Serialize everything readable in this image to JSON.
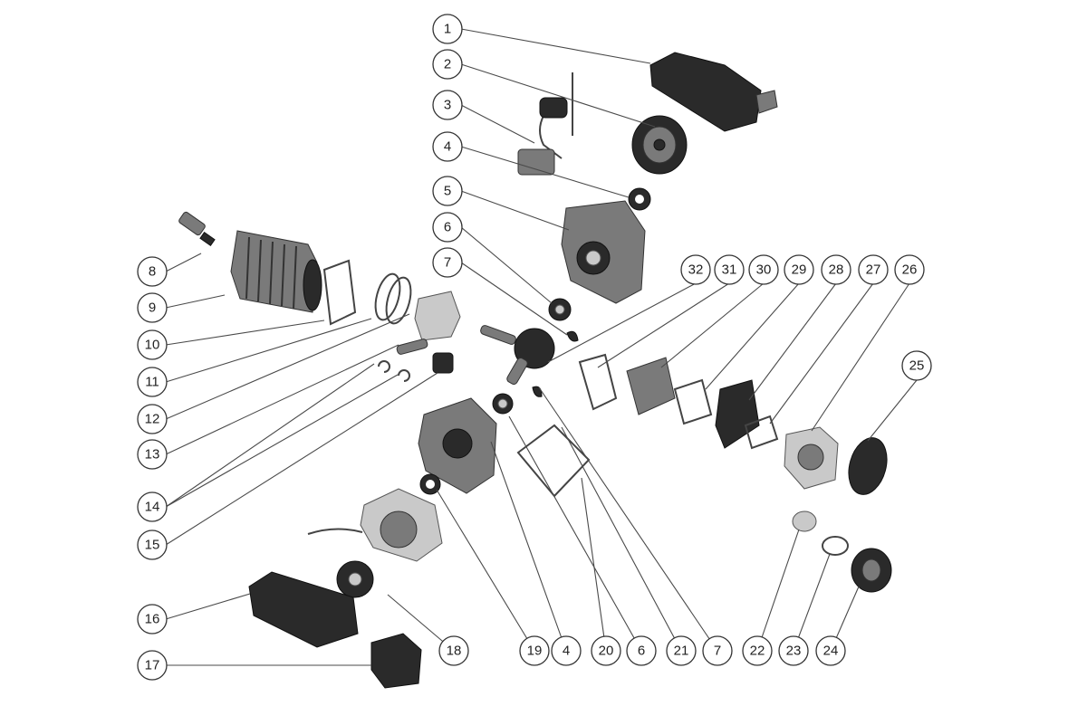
{
  "callouts": [
    {
      "label": "1"
    },
    {
      "label": "2"
    },
    {
      "label": "3"
    },
    {
      "label": "4"
    },
    {
      "label": "5"
    },
    {
      "label": "6"
    },
    {
      "label": "7"
    },
    {
      "label": "8"
    },
    {
      "label": "9"
    },
    {
      "label": "10"
    },
    {
      "label": "11"
    },
    {
      "label": "12"
    },
    {
      "label": "13"
    },
    {
      "label": "14"
    },
    {
      "label": "15"
    },
    {
      "label": "16"
    },
    {
      "label": "17"
    },
    {
      "label": "18"
    },
    {
      "label": "19"
    },
    {
      "label": "4"
    },
    {
      "label": "20"
    },
    {
      "label": "6"
    },
    {
      "label": "21"
    },
    {
      "label": "7"
    },
    {
      "label": "22"
    },
    {
      "label": "23"
    },
    {
      "label": "24"
    },
    {
      "label": "25"
    },
    {
      "label": "26"
    },
    {
      "label": "27"
    },
    {
      "label": "28"
    },
    {
      "label": "29"
    },
    {
      "label": "30"
    },
    {
      "label": "31"
    },
    {
      "label": "32"
    }
  ],
  "colors": {
    "ink": "#333333",
    "part_dark": "#2a2a2a",
    "part_mid": "#7a7a7a",
    "part_light": "#c9c9c9"
  }
}
